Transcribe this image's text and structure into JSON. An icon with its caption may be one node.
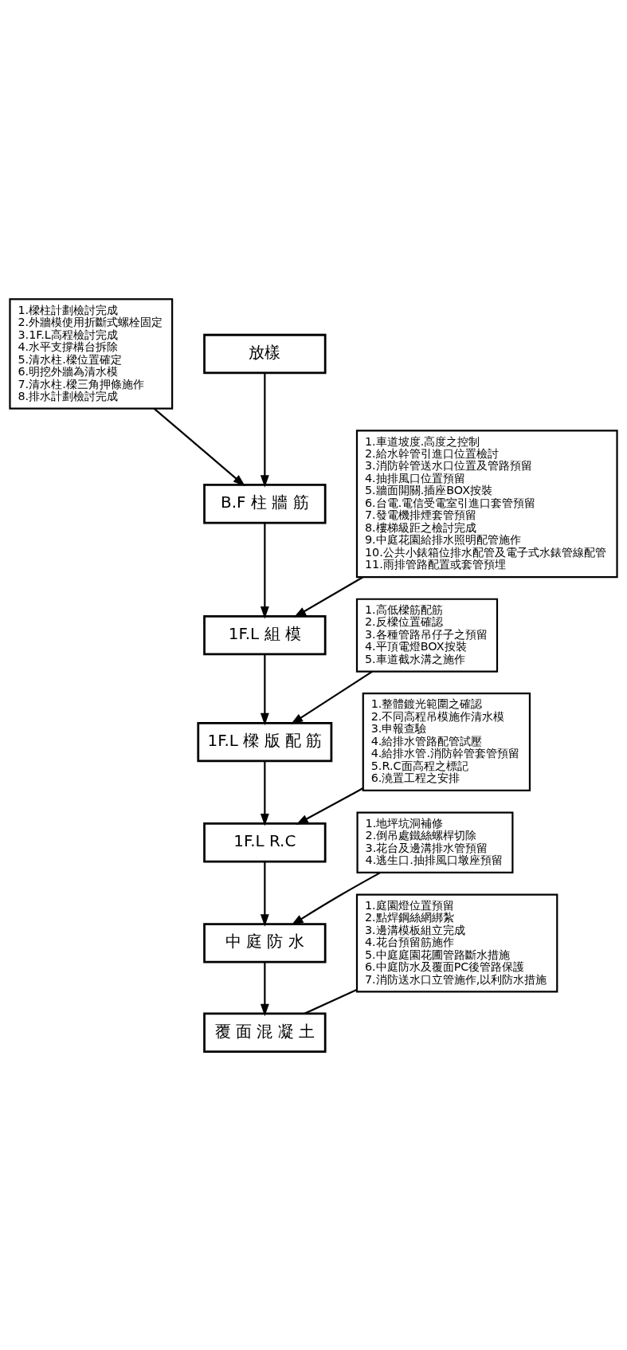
{
  "diagram": {
    "nodes": [
      {
        "text": [
          "1.樑柱計劃檢討完成",
          "2.外牆模使用折斷式螺栓固定",
          "3.1F.L高程檢討完成",
          "4.水平支撐構台拆除",
          "5.清水柱.樑位置確定",
          "6.明挖外牆為清水模",
          "7.清水柱.樑三角押條施作",
          "8.排水計劃檢討完成"
        ]
      },
      {
        "text": [
          "放樣"
        ]
      },
      {
        "text": [
          "1.車道坡度.高度之控制",
          "2.給水幹管引進口位置檢討",
          "3.消防幹管送水口位置及管路預留",
          "4.抽排風口位置預留",
          "5.牆面開關.插座BOX按裝",
          "6.台電.電信受電室引進口套管預留",
          "7.發電機排煙套管預留",
          "8.樓梯級距之檢討完成",
          "9.中庭花園給排水照明配管施作",
          "10.公共小錶箱位排水配管及電子式水錶管線配管",
          "11.雨排管路配置或套管預埋"
        ]
      },
      {
        "text": [
          "B.F 柱 牆 筋"
        ]
      },
      {
        "text": [
          "1.高低樑筋配筋",
          "2.反樑位置確認",
          "3.各種管路吊仔子之預留",
          "4.平頂電燈BOX按裝",
          "5.車道截水溝之施作"
        ]
      },
      {
        "text": [
          "1F.L 組 模"
        ]
      },
      {
        "text": [
          "1.整體鍍光範圍之確認",
          "2.不同高程吊模施作清水模",
          "3.申報查驗",
          "4.給排水管路配管試壓",
          "4.給排水管.消防幹管套管預留",
          "5.R.C面高程之標記",
          "6.澆置工程之安排"
        ]
      },
      {
        "text": [
          "1F.L 樑 版 配 筋"
        ]
      },
      {
        "text": [
          "1.地坪坑洞補修",
          "2.倒吊處鐵絲螺桿切除",
          "3.花台及邊溝排水管預留",
          "4.逃生口.抽排風口墩座預留"
        ]
      },
      {
        "text": [
          "1F.L R.C"
        ]
      },
      {
        "text": [
          "1.庭園燈位置預留",
          "2.點焊鋼絲網綁紮",
          "3.邊溝模板組立完成",
          "4.花台預留筋施作",
          "5.中庭庭園花圃管路斷水措施",
          "6.中庭防水及覆面PC後管路保護",
          "7.消防送水口立管施作,以利防水措施"
        ]
      },
      {
        "text": [
          "中 庭 防 水"
        ]
      },
      {
        "text": [
          "覆 面 混 凝 土"
        ]
      }
    ],
    "edges": [
      {
        "from": 1,
        "to": 3,
        "arrow": "to"
      },
      {
        "from": 0,
        "to": 3,
        "arrow": "to"
      },
      {
        "from": 3,
        "to": 5,
        "arrow": "to"
      },
      {
        "from": 2,
        "to": 5,
        "arrow": "to"
      },
      {
        "from": 5,
        "to": 7,
        "arrow": "to"
      },
      {
        "from": 4,
        "to": 7,
        "arrow": "to"
      },
      {
        "from": 7,
        "to": 9,
        "arrow": "to"
      },
      {
        "from": 6,
        "to": 9,
        "arrow": "to"
      },
      {
        "from": 9,
        "to": 11,
        "arrow": "to"
      },
      {
        "from": 8,
        "to": 11,
        "arrow": "to"
      },
      {
        "from": 11,
        "to": 12,
        "arrow": "to"
      },
      {
        "from": 10,
        "to": 12,
        "arrow": "none"
      }
    ]
  }
}
